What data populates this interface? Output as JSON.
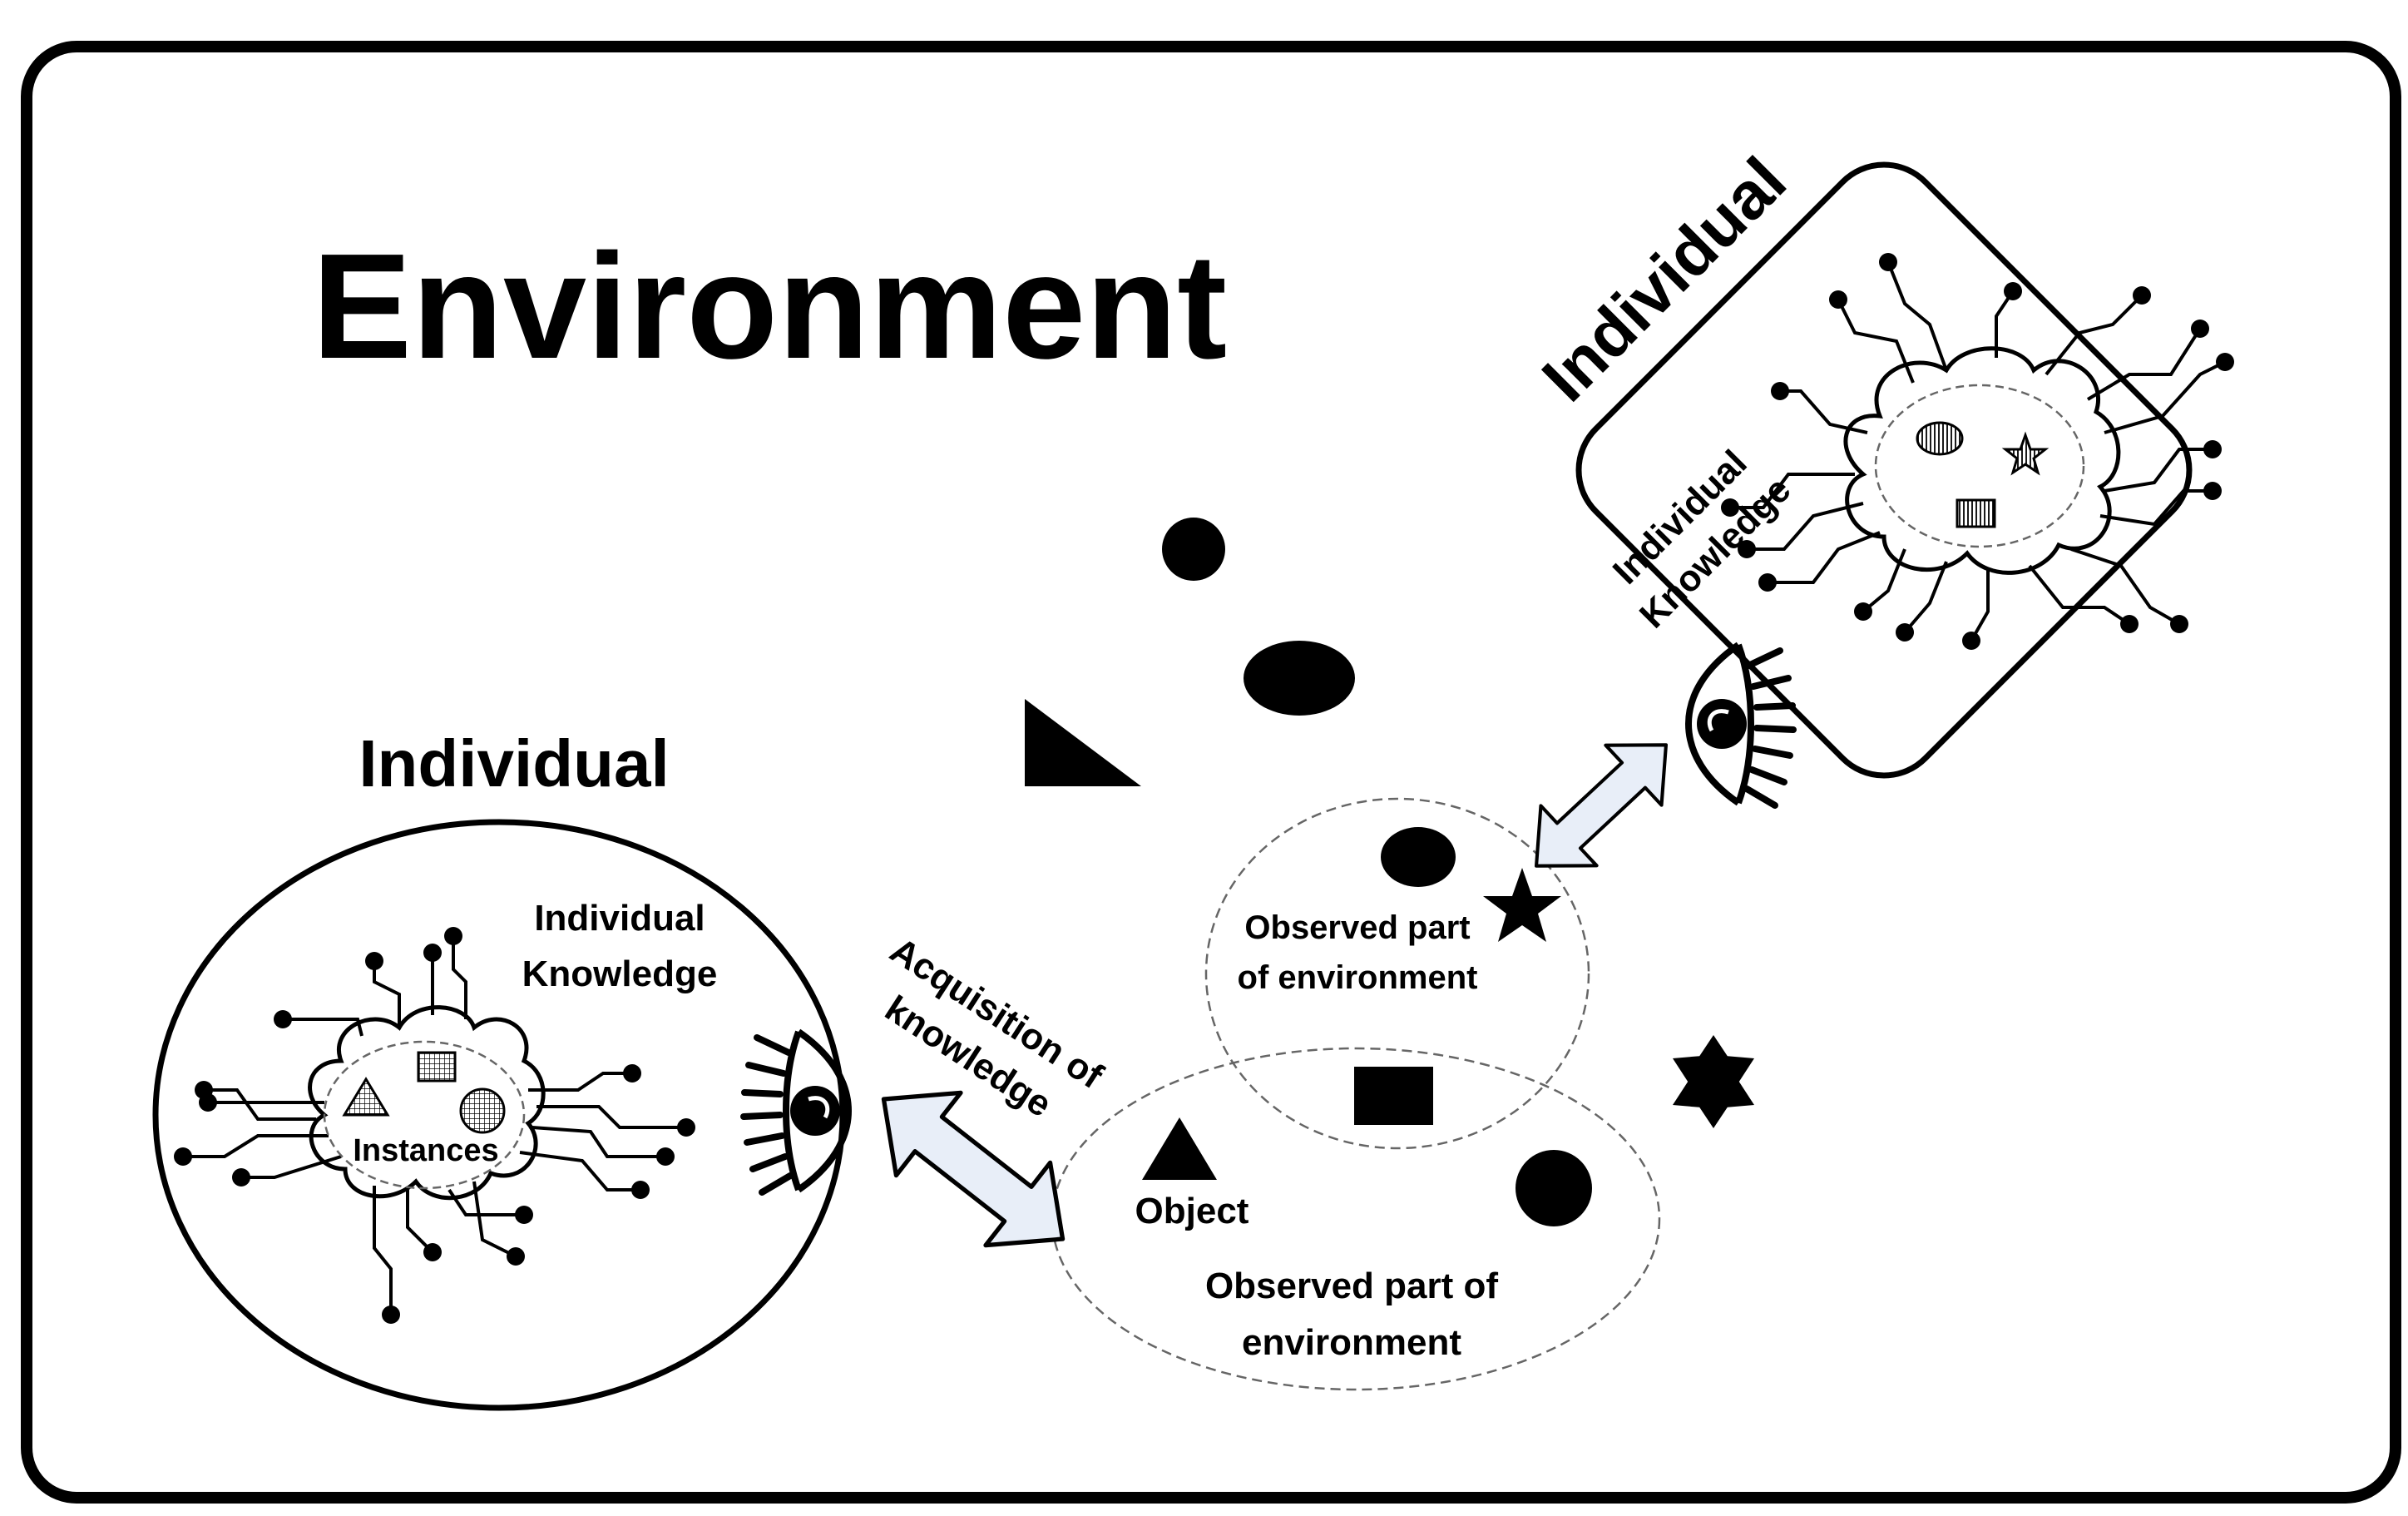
{
  "environment": {
    "title": "Environment"
  },
  "individual_left": {
    "label": "Individual",
    "knowledge_line1": "Individual",
    "knowledge_line2": "Knowledge",
    "instances_label": "Instances"
  },
  "individual_right": {
    "label": "Individual",
    "knowledge_line1": "Individual",
    "knowledge_line2": "Knowledge"
  },
  "acquisition": {
    "line1": "Acquisition of",
    "line2": "knowledge"
  },
  "observed_upper": {
    "line1": "Observed part",
    "line2": "of environment"
  },
  "observed_lower": {
    "line1": "Observed part of",
    "line2": "environment"
  },
  "object_label": "Object",
  "colors": {
    "stroke": "#000000",
    "arrow_fill": "#e8eef8",
    "background": "#ffffff"
  }
}
